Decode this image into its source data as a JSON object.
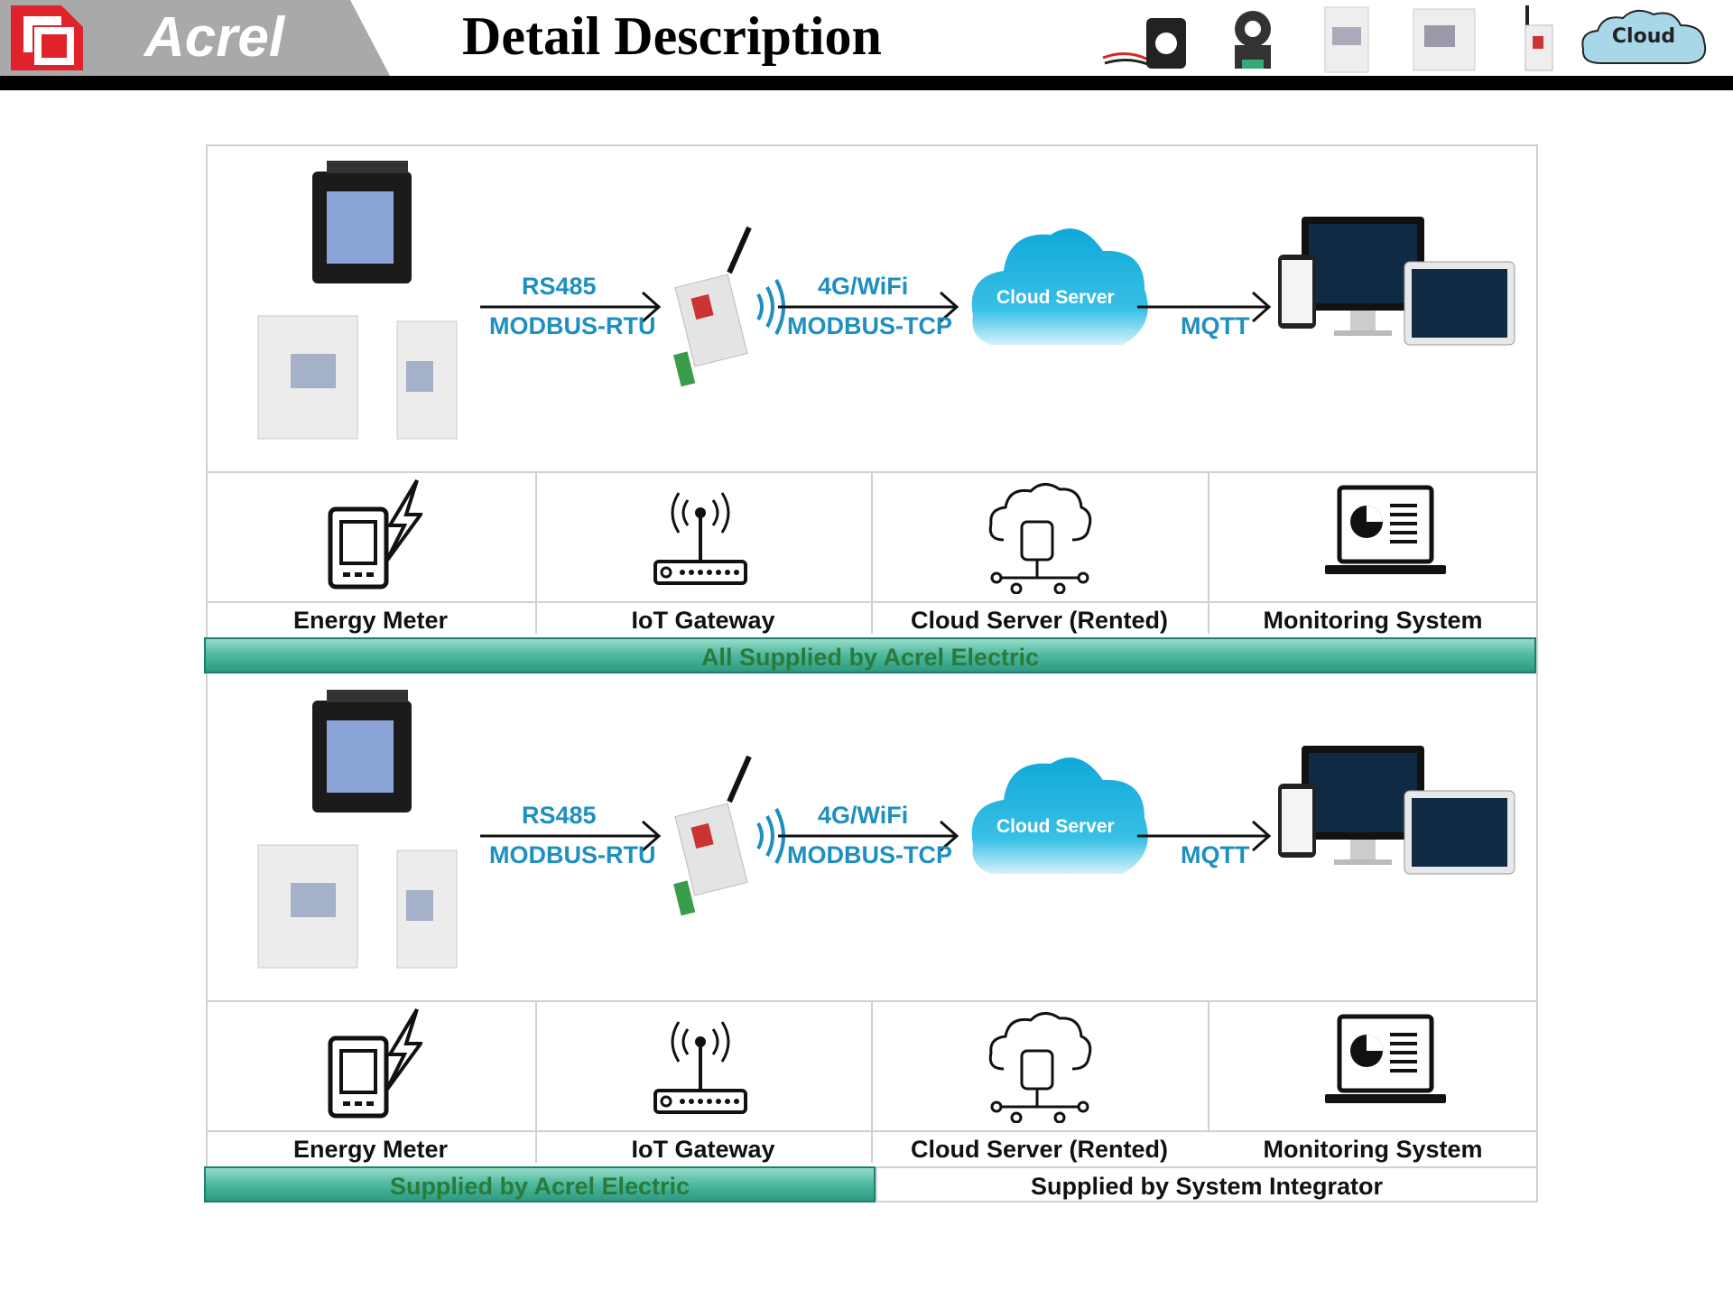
{
  "header": {
    "brand": "Acrel",
    "title": "Detail Description",
    "cloud_badge": "Cloud"
  },
  "diagram": {
    "protocols": {
      "rs485": "RS485",
      "modbus_rtu": "MODBUS-RTU",
      "wireless": "4G/WiFi",
      "modbus_tcp": "MODBUS-TCP",
      "cloud": "Cloud Server",
      "mqtt": "MQTT"
    },
    "components": [
      "Energy Meter",
      "IoT Gateway",
      "Cloud Server (Rented)",
      "Monitoring System"
    ],
    "panel1_supply": "All Supplied by Acrel Electric",
    "panel2_supply_left": "Supplied by Acrel Electric",
    "panel2_supply_right": "Supplied by System Integrator"
  },
  "colors": {
    "protocol_text": "#1d8fc1",
    "supply_bar": "#4cb89d",
    "logo_red": "#e0232a"
  }
}
